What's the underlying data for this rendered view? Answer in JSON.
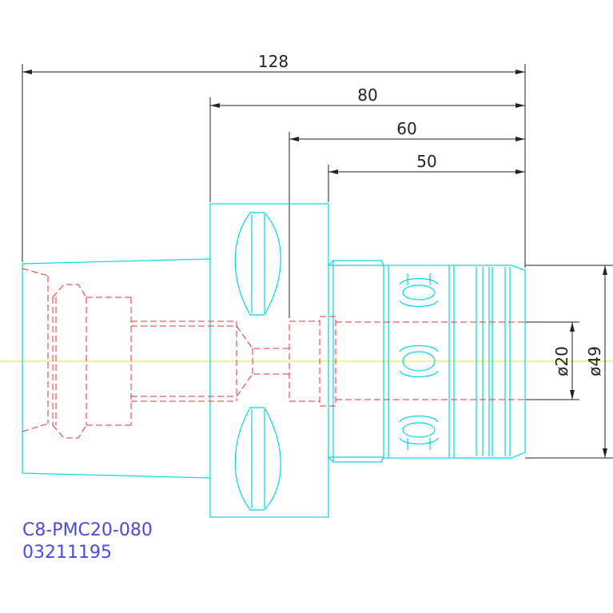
{
  "drawing": {
    "dimensions": {
      "overall_length": "128",
      "length_80": "80",
      "length_60": "60",
      "length_50": "50",
      "bore_diameter": "ø20",
      "outer_diameter": "ø49"
    },
    "part_code": "C8-PMC20-080",
    "part_number": "03211195"
  },
  "colors": {
    "outline": "#00d8e8",
    "hidden": "#e83030",
    "centerline": "#e8e800",
    "dimension": "#222222",
    "label": "#4a4ae0"
  }
}
